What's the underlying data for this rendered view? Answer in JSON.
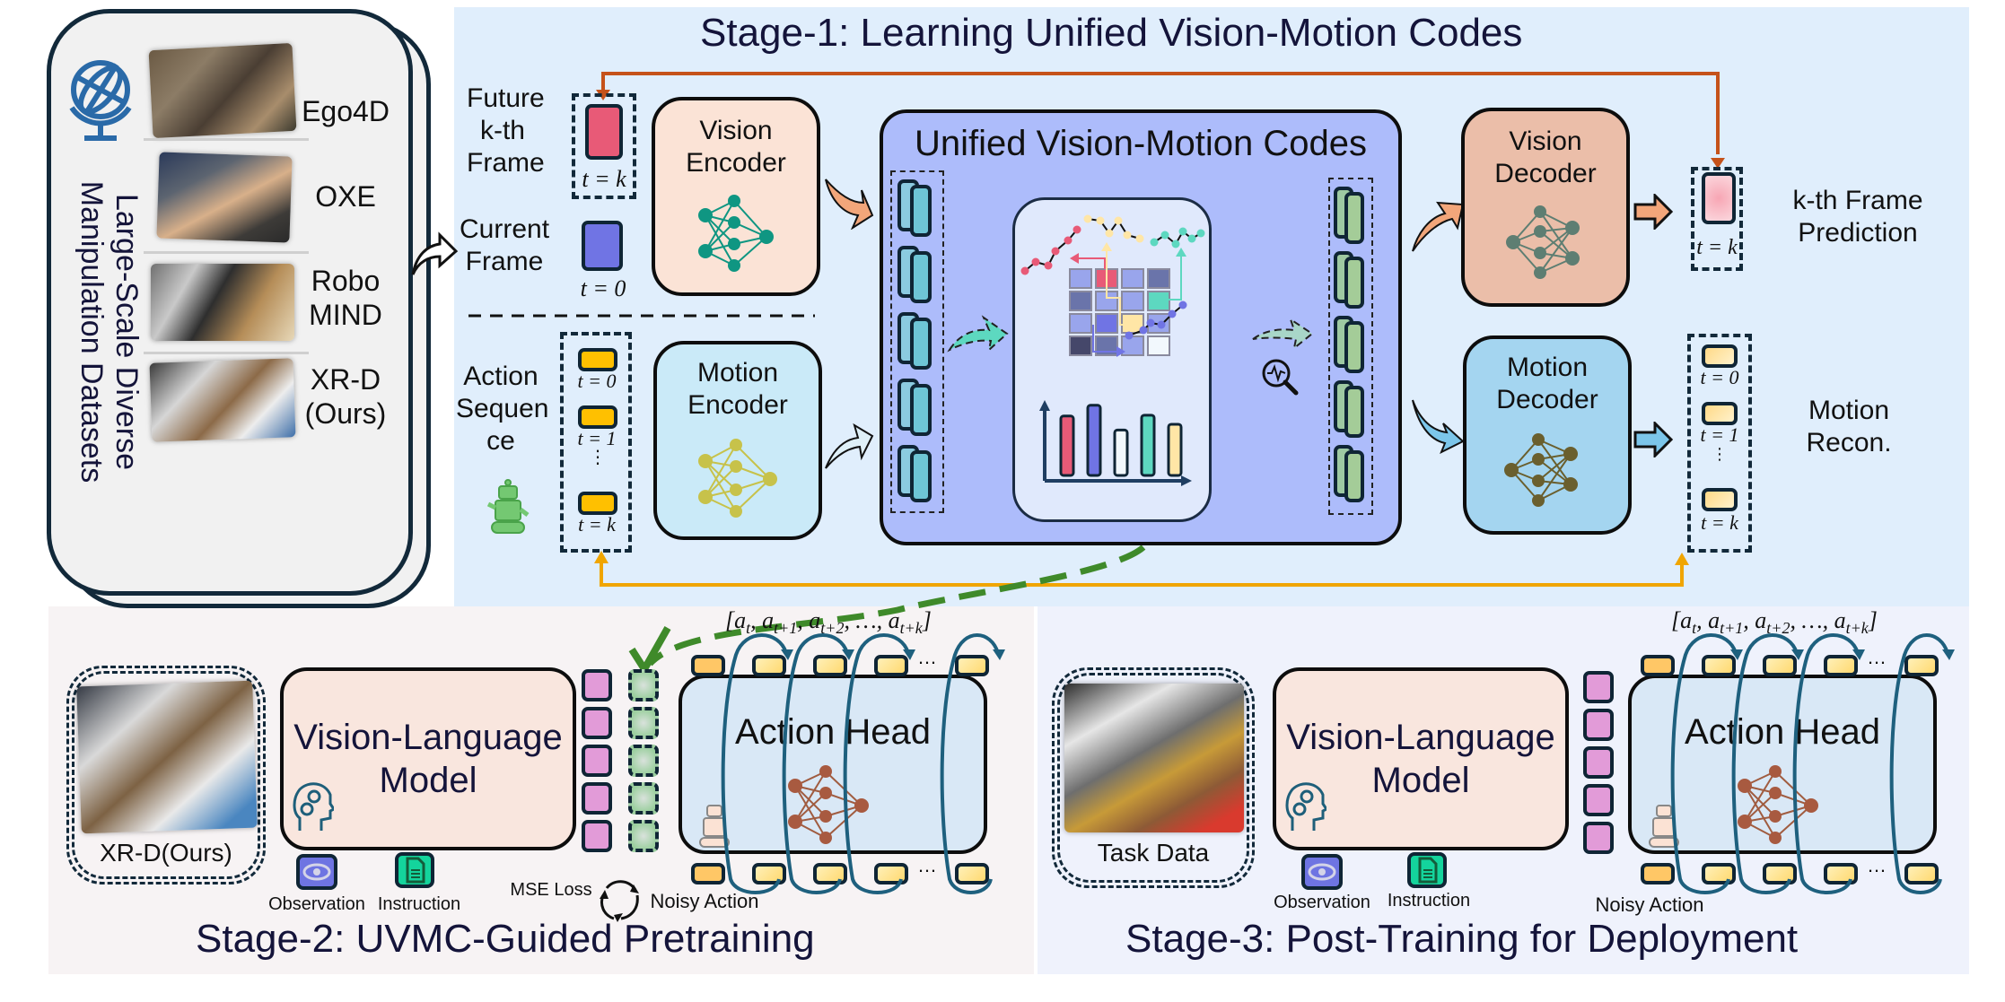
{
  "datasets_panel": {
    "title_line1": "Large-Scale Diverse",
    "title_line2": "Manipulation Datasets",
    "icon": "globe-icon",
    "items": [
      {
        "label": "Ego4D"
      },
      {
        "label": "OXE"
      },
      {
        "label": "Robo\nMIND",
        "line1": "Robo",
        "line2": "MIND"
      },
      {
        "label": "XR-D\n(Ours)",
        "line1": "XR-D",
        "line2": "(Ours)"
      }
    ]
  },
  "stage1": {
    "title": "Stage-1: Learning Unified Vision-Motion Codes",
    "inputs": {
      "future_frame": {
        "line1": "Future",
        "line2": "k-th",
        "line3": "Frame",
        "time": "t = k"
      },
      "current_frame": {
        "line1": "Current",
        "line2": "Frame",
        "time": "t = 0"
      },
      "action_sequence": {
        "line1": "Action",
        "line2": "Sequen",
        "line3": "ce",
        "times": [
          "t = 0",
          "t = 1",
          "t = k"
        ],
        "ellipsis": "⋮"
      }
    },
    "vision_encoder": {
      "line1": "Vision",
      "line2": "Encoder"
    },
    "motion_encoder": {
      "line1": "Motion",
      "line2": "Encoder"
    },
    "uvmc": {
      "title": "Unified Vision-Motion Codes"
    },
    "vision_decoder": {
      "line1": "Vision",
      "line2": "Decoder"
    },
    "motion_decoder": {
      "line1": "Motion",
      "line2": "Decoder"
    },
    "outputs": {
      "frame_prediction": {
        "line1": "k-th Frame",
        "line2": "Prediction",
        "time": "t = k"
      },
      "motion_recon": {
        "line1": "Motion",
        "line2": "Recon.",
        "times": [
          "t = 0",
          "t = 1",
          "t = k"
        ],
        "ellipsis": "⋮"
      }
    }
  },
  "stage2": {
    "title": "Stage-2: UVMC-Guided Pretraining",
    "data_label": "XR-D(Ours)",
    "vlm": {
      "line1": "Vision-Language",
      "line2": "Model"
    },
    "observation_label": "Observation",
    "instruction_label": "Instruction",
    "mse_loss_label": "MSE Loss",
    "noisy_action_label": "Noisy Action",
    "action_head_label": "Action Head",
    "action_sequence_label": "[a_t, a_t+1, a_t+2, ..., a_t+k]",
    "action_tokens": [
      "a",
      "a",
      "a",
      "a"
    ],
    "action_subs": [
      "t",
      "t+1",
      "t+2",
      "t+k"
    ],
    "ellipsis": "…"
  },
  "stage3": {
    "title": "Stage-3: Post-Training for Deployment",
    "data_label": "Task Data",
    "vlm": {
      "line1": "Vision-Language",
      "line2": "Model"
    },
    "observation_label": "Observation",
    "instruction_label": "Instruction",
    "noisy_action_label": "Noisy Action",
    "action_head_label": "Action Head",
    "action_subs": [
      "t",
      "t+1",
      "t+2",
      "t+k"
    ],
    "ellipsis": "…"
  },
  "colors": {
    "stage1_bg": "#e0eefc",
    "stage2_bg": "#f7f3f4",
    "stage3_bg": "#eff2fc",
    "uvmc_bg": "#adbcfb",
    "vision_encoder_bg": "#fbe3d6",
    "motion_encoder_bg": "#caeaf8",
    "vision_decoder_bg": "#ebbea9",
    "motion_decoder_bg": "#a4d5f0",
    "future_frame": "#e85a77",
    "current_frame": "#7074e4",
    "action_token": "#ffc000",
    "vlm_bg": "#f9e6de",
    "action_head_bg": "#d9e8f6",
    "vlm_token": "#e29bd8",
    "code_token": "#9ccf9f",
    "feedback_orange": "#c5521a",
    "feedback_yellow": "#f0a500",
    "guide_green": "#3f8a2a",
    "loop_arrow": "#1e607e"
  }
}
